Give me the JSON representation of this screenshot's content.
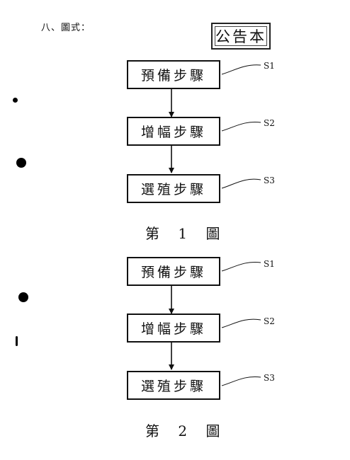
{
  "section_title": "八、圖式：",
  "stamp": "公告本",
  "figures": [
    {
      "caption": "第 1 圖",
      "steps": [
        {
          "text": "預備步驟",
          "label": "S1"
        },
        {
          "text": "增幅步驟",
          "label": "S2"
        },
        {
          "text": "選殖步驟",
          "label": "S3"
        }
      ]
    },
    {
      "caption": "第 2 圖",
      "steps": [
        {
          "text": "預備步驟",
          "label": "S1"
        },
        {
          "text": "增幅步驟",
          "label": "S2"
        },
        {
          "text": "選殖步驟",
          "label": "S3"
        }
      ]
    }
  ]
}
